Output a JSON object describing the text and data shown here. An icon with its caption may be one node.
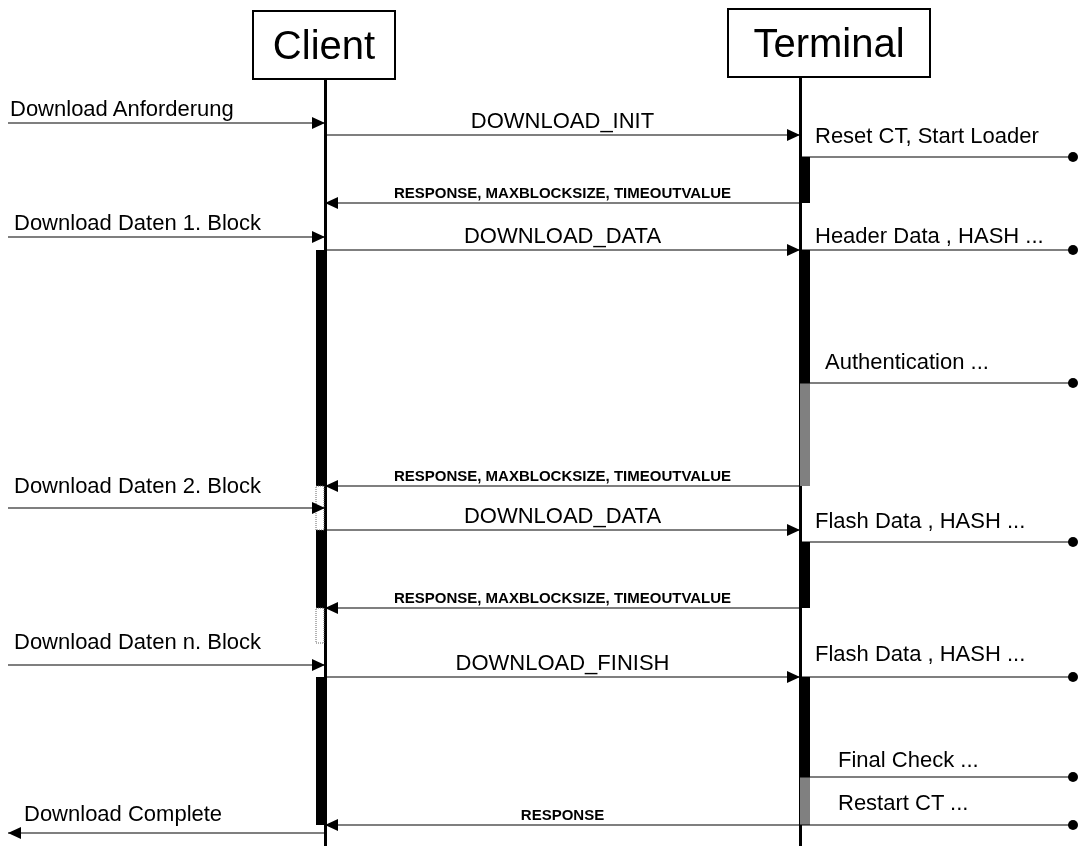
{
  "diagram": {
    "nodes": [
      {
        "text": [
          "Client"
        ]
      },
      {
        "text": [
          "Terminal"
        ]
      }
    ],
    "edges": [
      {
        "from": null,
        "to": 0,
        "arrow": "to",
        "label": "Download Anforderung"
      },
      {
        "from": 0,
        "to": 1,
        "arrow": "to",
        "label": "DOWNLOAD_INIT"
      },
      {
        "from": 1,
        "to": null,
        "arrow": "other",
        "label": "Reset CT, Start Loader"
      },
      {
        "from": 1,
        "to": 0,
        "arrow": "to",
        "label": "RESPONSE, MAXBLOCKSIZE, TIMEOUTVALUE"
      },
      {
        "from": null,
        "to": 0,
        "arrow": "to",
        "label": "Download Daten 1. Block"
      },
      {
        "from": 0,
        "to": 1,
        "arrow": "to",
        "label": "DOWNLOAD_DATA"
      },
      {
        "from": 1,
        "to": null,
        "arrow": "other",
        "label": "Header Data , HASH ..."
      },
      {
        "from": 1,
        "to": null,
        "arrow": "other",
        "label": "Authentication ..."
      },
      {
        "from": 1,
        "to": 0,
        "arrow": "to",
        "label": "RESPONSE, MAXBLOCKSIZE, TIMEOUTVALUE"
      },
      {
        "from": null,
        "to": 0,
        "arrow": "to",
        "label": "Download Daten 2. Block"
      },
      {
        "from": 0,
        "to": 1,
        "arrow": "to",
        "label": "DOWNLOAD_DATA"
      },
      {
        "from": 1,
        "to": null,
        "arrow": "other",
        "label": "Flash Data , HASH ..."
      },
      {
        "from": 1,
        "to": 0,
        "arrow": "to",
        "label": "RESPONSE, MAXBLOCKSIZE, TIMEOUTVALUE"
      },
      {
        "from": null,
        "to": 0,
        "arrow": "to",
        "label": "Download Daten n. Block"
      },
      {
        "from": 0,
        "to": 1,
        "arrow": "to",
        "label": "DOWNLOAD_FINISH"
      },
      {
        "from": 1,
        "to": null,
        "arrow": "other",
        "label": "Flash Data , HASH ..."
      },
      {
        "from": 1,
        "to": null,
        "arrow": "other",
        "label": "Final Check ..."
      },
      {
        "from": 1,
        "to": 0,
        "arrow": "to",
        "label": "RESPONSE"
      },
      {
        "from": 1,
        "to": null,
        "arrow": "other",
        "label": "Restart CT ..."
      },
      {
        "from": 0,
        "to": null,
        "arrow": "to",
        "label": "Download Complete"
      }
    ]
  }
}
